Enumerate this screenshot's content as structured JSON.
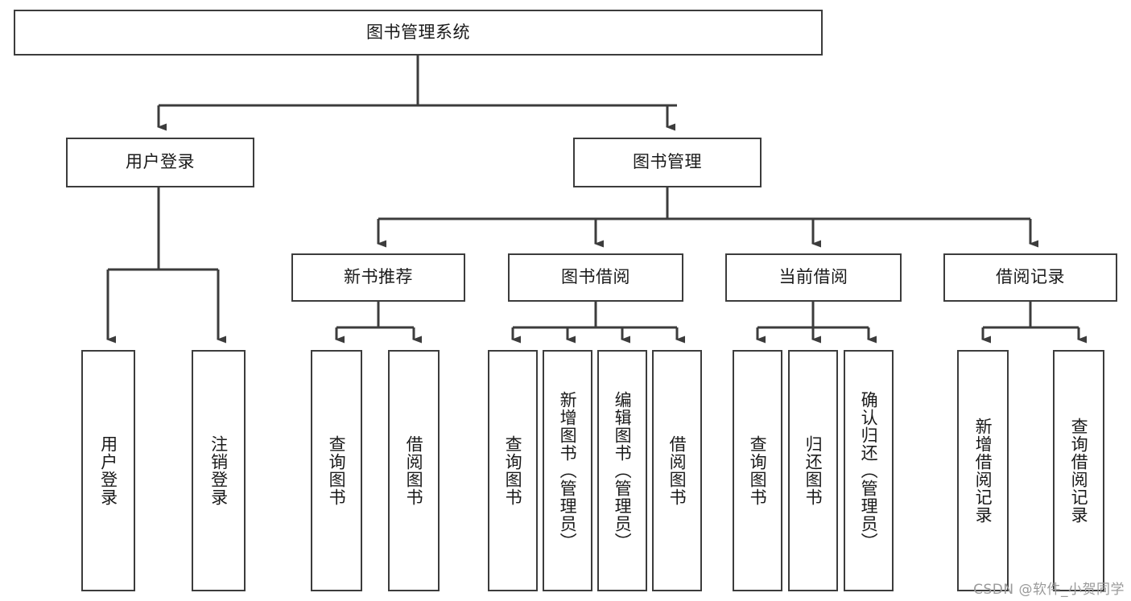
{
  "diagram": {
    "title": "图书管理系统",
    "type": "hierarchy-tree",
    "root": {
      "label": "图书管理系统",
      "orientation": "horizontal"
    },
    "level2": [
      {
        "label": "用户登录",
        "orientation": "horizontal"
      },
      {
        "label": "图书管理",
        "orientation": "horizontal"
      }
    ],
    "level3": [
      {
        "label": "新书推荐",
        "orientation": "horizontal"
      },
      {
        "label": "图书借阅",
        "orientation": "horizontal"
      },
      {
        "label": "当前借阅",
        "orientation": "horizontal"
      },
      {
        "label": "借阅记录",
        "orientation": "horizontal"
      }
    ],
    "leaves": {
      "user_login": [
        {
          "label": "用户登录",
          "orientation": "vertical"
        },
        {
          "label": "注销登录",
          "orientation": "vertical"
        }
      ],
      "new_book_recommend": [
        {
          "label": "查询图书",
          "orientation": "vertical"
        },
        {
          "label": "借阅图书",
          "orientation": "vertical"
        }
      ],
      "book_borrow": [
        {
          "label": "查询图书",
          "orientation": "vertical"
        },
        {
          "label": "新增图书（管理员）",
          "orientation": "vertical"
        },
        {
          "label": "编辑图书（管理员）",
          "orientation": "vertical"
        },
        {
          "label": "借阅图书",
          "orientation": "vertical"
        }
      ],
      "current_borrow": [
        {
          "label": "查询图书",
          "orientation": "vertical"
        },
        {
          "label": "归还图书",
          "orientation": "vertical"
        },
        {
          "label": "确认归还（管理员）",
          "orientation": "vertical"
        }
      ],
      "borrow_record": [
        {
          "label": "新增借阅记录",
          "orientation": "vertical"
        },
        {
          "label": "查询借阅记录",
          "orientation": "vertical"
        }
      ]
    }
  },
  "watermark": {
    "text": "CSDN @软件_小贺同学"
  },
  "colors": {
    "stroke": "#3c3c3c",
    "background": "#ffffff",
    "text": "#1a1a1a",
    "watermark": "#9a9a9a"
  }
}
